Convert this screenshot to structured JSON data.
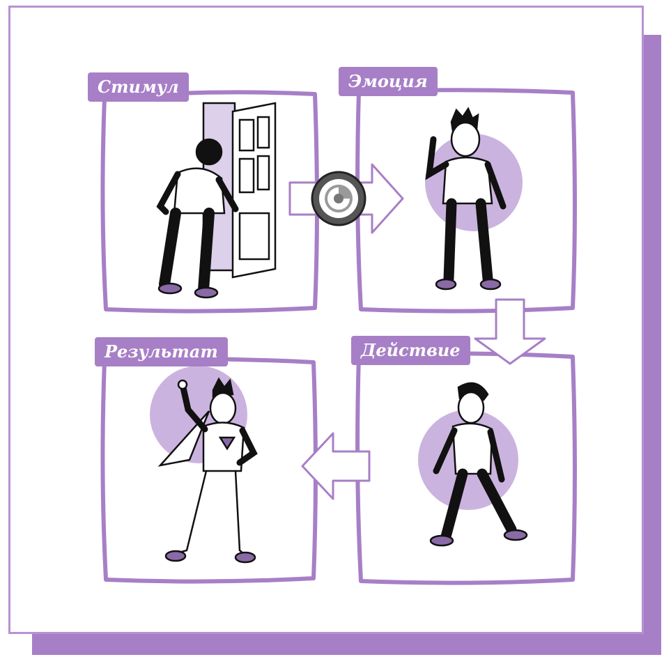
{
  "colors": {
    "accent": "#a77fc6",
    "accent_light": "#cbb3df",
    "frame": "#a77fc6",
    "ink": "#111111"
  },
  "panels": [
    {
      "label": "Стимул",
      "scene": "man-opening-door"
    },
    {
      "label": "Эмоция",
      "scene": "man-with-raised-finger"
    },
    {
      "label": "Действие",
      "scene": "man-walking"
    },
    {
      "label": "Результат",
      "scene": "man-superhero-pose"
    }
  ],
  "connectors": {
    "center_icon": "brain-badge-icon",
    "arrows": [
      "arrow-right-icon",
      "arrow-down-icon",
      "arrow-left-icon"
    ]
  }
}
